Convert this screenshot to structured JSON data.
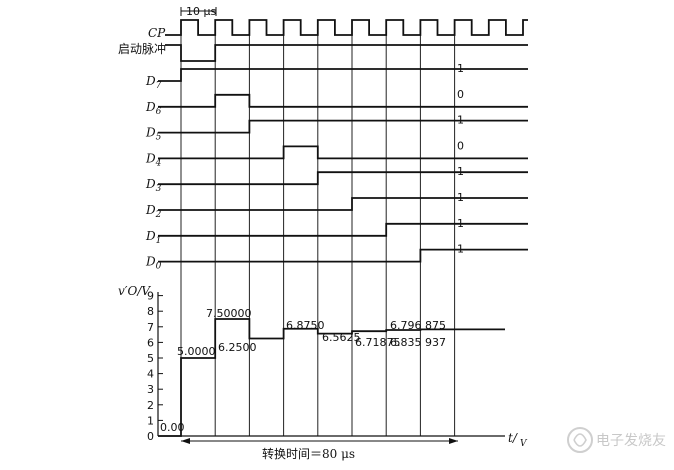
{
  "period_label": "10 μs",
  "clock_label": "CP",
  "start_label": "启动脉冲",
  "bits": [
    {
      "name": "D",
      "sub": "7",
      "final": "1"
    },
    {
      "name": "D",
      "sub": "6",
      "final": "0"
    },
    {
      "name": "D",
      "sub": "5",
      "final": "1"
    },
    {
      "name": "D",
      "sub": "4",
      "final": "0"
    },
    {
      "name": "D",
      "sub": "3",
      "final": "1"
    },
    {
      "name": "D",
      "sub": "2",
      "final": "1"
    },
    {
      "name": "D",
      "sub": "1",
      "final": "1"
    },
    {
      "name": "D",
      "sub": "0",
      "final": "1"
    }
  ],
  "y_axis_label": "v′O/V",
  "x_axis_label": "t/",
  "x_axis_sub": "V",
  "y_ticks": [
    "0",
    "1",
    "2",
    "3",
    "4",
    "5",
    "6",
    "7",
    "8",
    "9"
  ],
  "voltage_labels": [
    "0.00",
    "5.0000",
    "7.50000",
    "6.2500",
    "6.8750",
    "6.5625",
    "6.71875",
    "6.796 875",
    "6.835 937"
  ],
  "conversion_time_label": "转换时间＝80 μs",
  "watermark_text": "电子发烧友",
  "chart_data": {
    "type": "line",
    "title": "",
    "xlabel": "t/V",
    "ylabel": "v′O/V",
    "ylim": [
      0,
      9.5
    ],
    "step_us": 10,
    "series": [
      {
        "values": [
          0,
          5.0,
          7.5,
          6.25,
          6.875,
          6.5625,
          6.71875,
          6.796875,
          6.835937
        ]
      }
    ]
  }
}
